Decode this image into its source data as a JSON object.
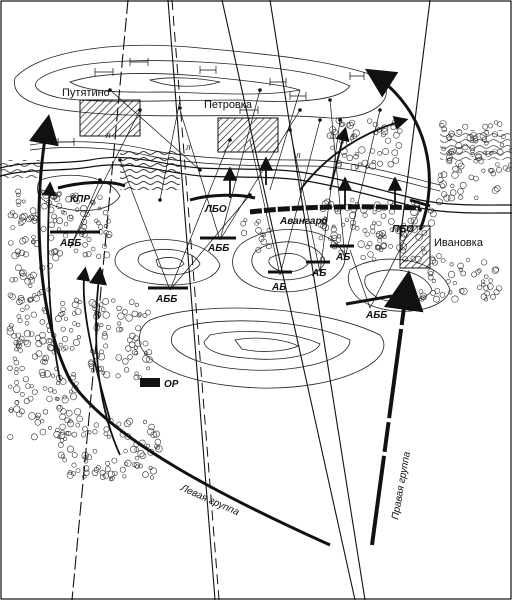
{
  "towns": {
    "putyatino": "Путятино",
    "petrovka": "Петровка",
    "ivanovka": "Ивановка"
  },
  "units": {
    "kpr": "КПР",
    "lbo": "ЛБО",
    "pbo": "ПБО",
    "avangard": "Авангард",
    "abb_1": "АББ",
    "abb_2": "АББ",
    "abb_3": "АББ",
    "abb_4": "АББ",
    "ab_1": "АБ",
    "ab_2": "АБ",
    "ab_3": "АБ",
    "or": "ОР"
  },
  "groups": {
    "left": "Левая группа",
    "right": "Правая группа"
  },
  "river_marks": {
    "l1": "л",
    "l2": "л",
    "l3": "л",
    "b1": "б"
  }
}
